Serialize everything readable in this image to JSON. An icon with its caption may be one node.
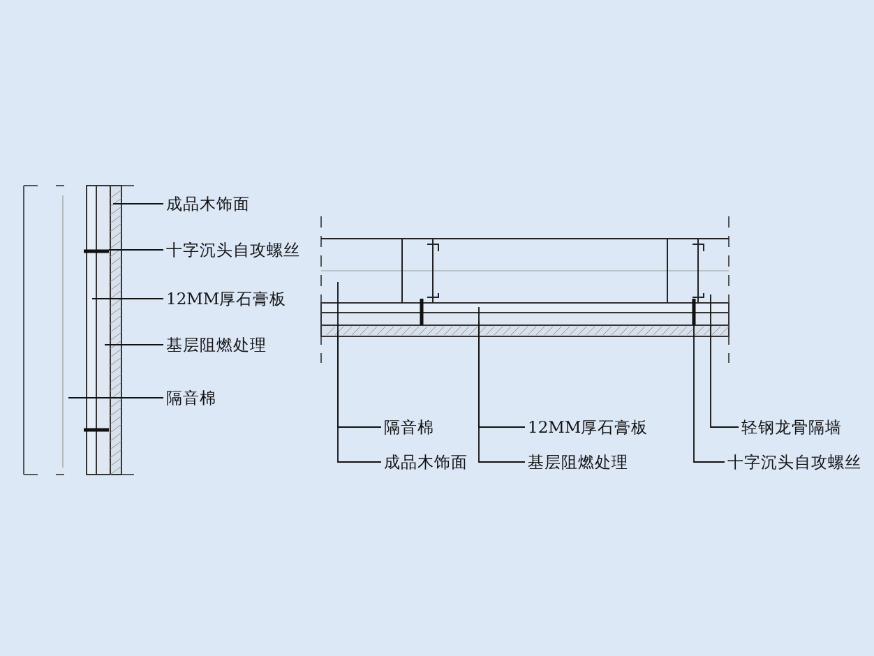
{
  "diagram": {
    "nodes": [
      {
        "text": [
          "成品木饰面"
        ]
      },
      {
        "text": [
          "十字沉头自攻螺丝"
        ]
      },
      {
        "text": [
          "12MM厚石膏板"
        ]
      },
      {
        "text": [
          "基层阻燃处理"
        ]
      },
      {
        "text": [
          "隔音棉"
        ]
      },
      {
        "text": [
          "隔音棉"
        ]
      },
      {
        "text": [
          "12MM厚石膏板"
        ]
      },
      {
        "text": [
          "轻钢龙骨隔墙"
        ]
      },
      {
        "text": [
          "成品木饰面"
        ]
      },
      {
        "text": [
          "基层阻燃处理"
        ]
      },
      {
        "text": [
          "十字沉头自攻螺丝"
        ]
      }
    ],
    "edges": [
      {
        "from": 0,
        "to": null,
        "arrow": "none"
      },
      {
        "from": 1,
        "to": null,
        "arrow": "none"
      },
      {
        "from": 2,
        "to": null,
        "arrow": "none"
      },
      {
        "from": 3,
        "to": null,
        "arrow": "none"
      },
      {
        "from": 4,
        "to": null,
        "arrow": "none"
      },
      {
        "from": 5,
        "to": null,
        "arrow": "none"
      },
      {
        "from": 6,
        "to": null,
        "arrow": "none"
      },
      {
        "from": 7,
        "to": null,
        "arrow": "none"
      },
      {
        "from": 8,
        "to": null,
        "arrow": "none"
      },
      {
        "from": 9,
        "to": null,
        "arrow": "none"
      },
      {
        "from": 10,
        "to": null,
        "arrow": "none"
      }
    ]
  }
}
